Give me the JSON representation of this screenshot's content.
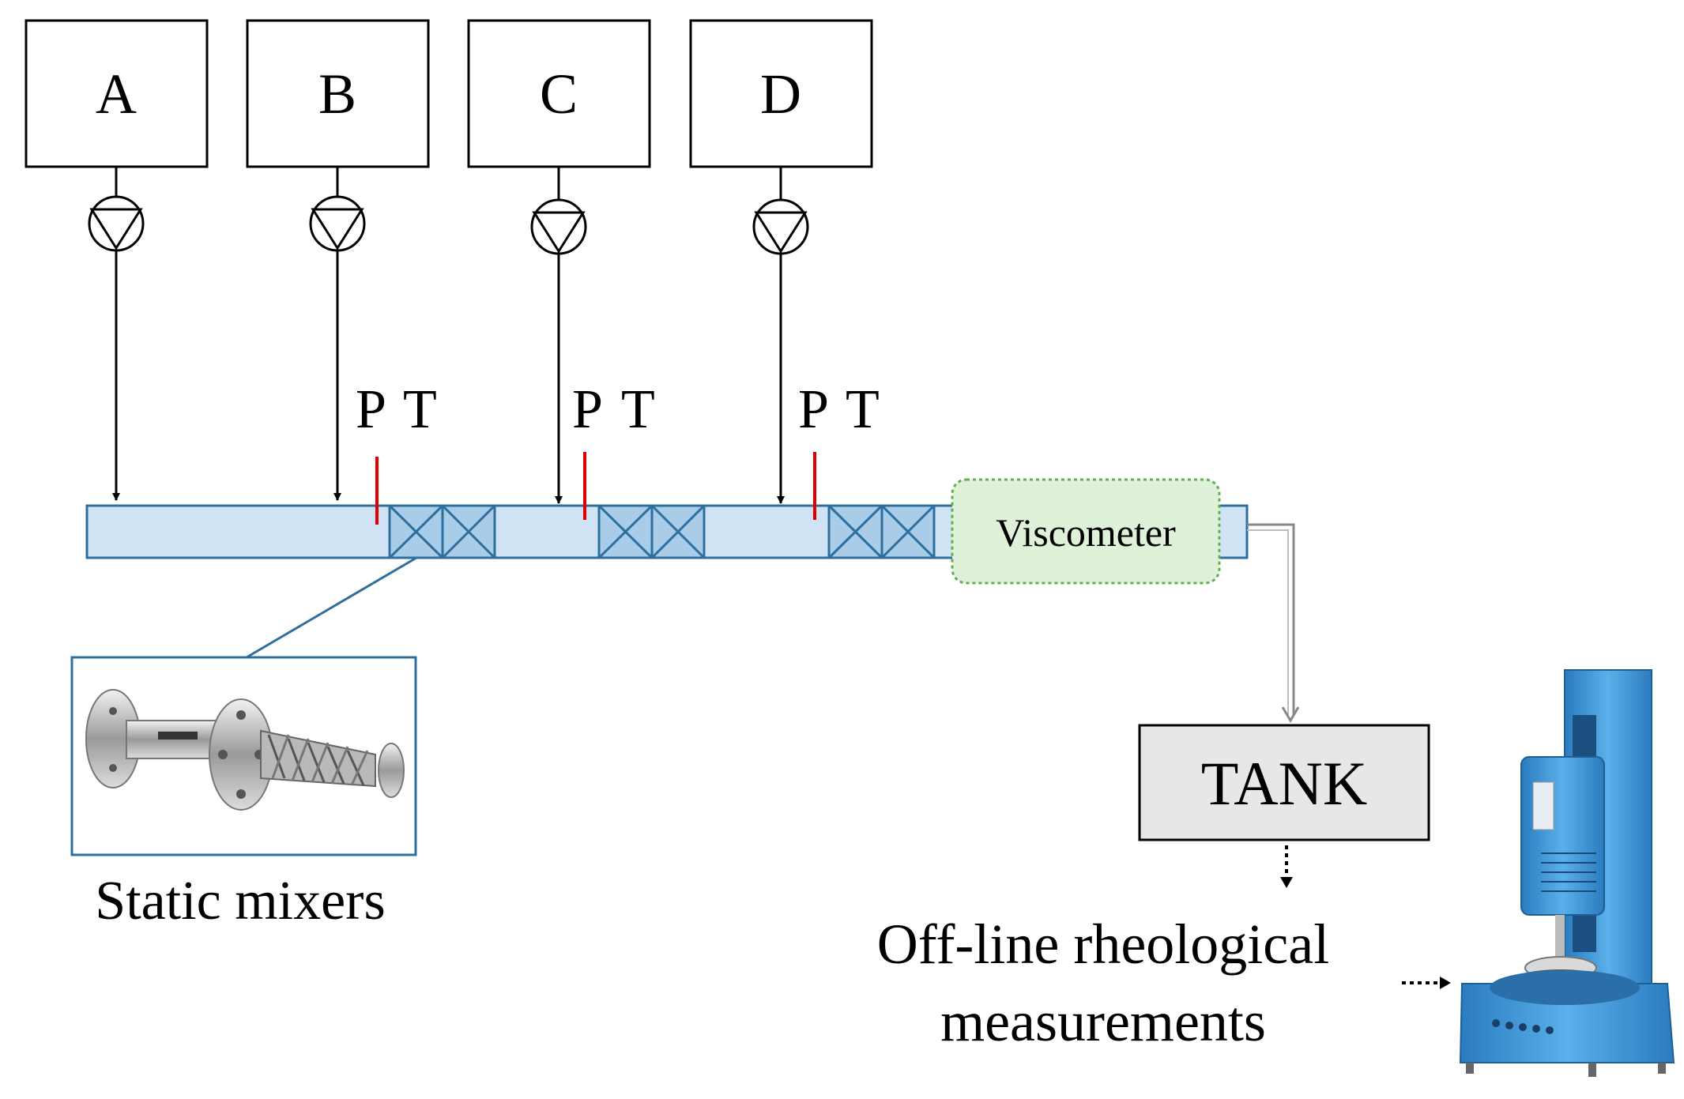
{
  "sources": [
    {
      "label": "A"
    },
    {
      "label": "B"
    },
    {
      "label": "C"
    },
    {
      "label": "D"
    }
  ],
  "sensors": [
    {
      "p": "P",
      "t": "T"
    },
    {
      "p": "P",
      "t": "T"
    },
    {
      "p": "P",
      "t": "T"
    }
  ],
  "viscometer": {
    "label": "Viscometer"
  },
  "tank": {
    "label": "TANK"
  },
  "static_mixers": {
    "caption": "Static mixers"
  },
  "offline": {
    "line1": "Off-line rheological",
    "line2": "measurements"
  },
  "colors": {
    "pipe_fill": "#cfe3f4",
    "pipe_stroke": "#2e6f9e",
    "mixer_fill": "#a9cde9",
    "viscometer_fill": "#dff1d9",
    "viscometer_stroke": "#5faf4f",
    "sensor_mark": "#e00000",
    "tank_fill": "#e7e7e7",
    "rheometer_body": "#3d93d6"
  }
}
